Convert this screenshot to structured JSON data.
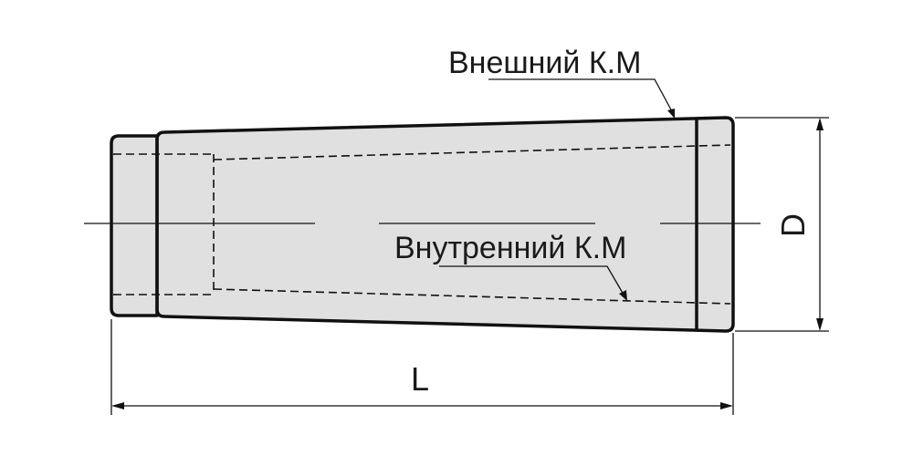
{
  "diagram": {
    "labels": {
      "outer_taper": "Внешний К.М",
      "inner_taper": "Внутренний К.М",
      "length": "L",
      "diameter": "D"
    },
    "colors": {
      "body": "#e0e0e0",
      "stroke": "#111111"
    }
  }
}
